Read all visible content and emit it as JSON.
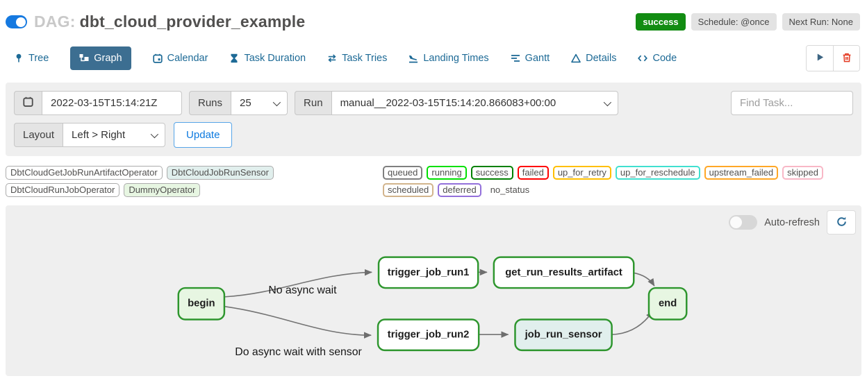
{
  "header": {
    "dag_prefix": "DAG:",
    "dag_title": "dbt_cloud_provider_example",
    "toggle_state": "on",
    "status_badge": "success",
    "status_badge_color": "#128c12",
    "schedule_label": "Schedule: @once",
    "next_run_label": "Next Run: None"
  },
  "tabs": [
    {
      "label": "Tree",
      "icon": "tree-icon",
      "active": false
    },
    {
      "label": "Graph",
      "icon": "graph-icon",
      "active": true
    },
    {
      "label": "Calendar",
      "icon": "calendar-icon",
      "active": false
    },
    {
      "label": "Task Duration",
      "icon": "hourglass-icon",
      "active": false
    },
    {
      "label": "Task Tries",
      "icon": "repeat-icon",
      "active": false
    },
    {
      "label": "Landing Times",
      "icon": "plane-landing-icon",
      "active": false
    },
    {
      "label": "Gantt",
      "icon": "gantt-icon",
      "active": false
    },
    {
      "label": "Details",
      "icon": "triangle-icon",
      "active": false
    },
    {
      "label": "Code",
      "icon": "code-icon",
      "active": false
    }
  ],
  "actions": {
    "play_icon": "play-icon",
    "delete_icon": "trash-icon"
  },
  "filters": {
    "base_date": "2022-03-15T15:14:21Z",
    "runs_label": "Runs",
    "runs_value": "25",
    "run_label": "Run",
    "run_value": "manual__2022-03-15T15:14:20.866083+00:00",
    "find_task_placeholder": "Find Task...",
    "layout_label": "Layout",
    "layout_value": "Left > Right",
    "update_label": "Update"
  },
  "legend": {
    "operators": [
      {
        "label": "DbtCloudGetJobRunArtifactOperator",
        "fill": "#ffffff"
      },
      {
        "label": "DbtCloudJobRunSensor",
        "fill": "#e1efed"
      },
      {
        "label": "DbtCloudRunJobOperator",
        "fill": "#ffffff"
      },
      {
        "label": "DummyOperator",
        "fill": "#e7f6e2"
      }
    ],
    "statuses": [
      {
        "label": "queued",
        "color": "#7f7f7f"
      },
      {
        "label": "running",
        "color": "#00e000"
      },
      {
        "label": "success",
        "color": "#008000"
      },
      {
        "label": "failed",
        "color": "#ff0000"
      },
      {
        "label": "up_for_retry",
        "color": "#ffbf00"
      },
      {
        "label": "up_for_reschedule",
        "color": "#40e0d0"
      },
      {
        "label": "upstream_failed",
        "color": "#ffa726"
      },
      {
        "label": "skipped",
        "color": "#f8b7c6"
      },
      {
        "label": "scheduled",
        "color": "#d2b48c"
      },
      {
        "label": "deferred",
        "color": "#9370db"
      },
      {
        "label": "no_status",
        "color": "transparent"
      }
    ]
  },
  "graph_panel": {
    "auto_refresh_label": "Auto-refresh",
    "auto_refresh_state": "off",
    "refresh_icon": "refresh-icon"
  },
  "graph": {
    "nodes": [
      {
        "id": "begin",
        "label": "begin",
        "fill": "#e7f6e2",
        "stroke": "#2e962e"
      },
      {
        "id": "trigger_job_run1",
        "label": "trigger_job_run1",
        "fill": "#ffffff",
        "stroke": "#2e962e"
      },
      {
        "id": "get_run_results_artifact",
        "label": "get_run_results_artifact",
        "fill": "#ffffff",
        "stroke": "#2e962e"
      },
      {
        "id": "trigger_job_run2",
        "label": "trigger_job_run2",
        "fill": "#ffffff",
        "stroke": "#2e962e"
      },
      {
        "id": "job_run_sensor",
        "label": "job_run_sensor",
        "fill": "#e1efed",
        "stroke": "#2e962e"
      },
      {
        "id": "end",
        "label": "end",
        "fill": "#e7f6e2",
        "stroke": "#2e962e"
      }
    ],
    "edges": [
      {
        "from": "begin",
        "to": "trigger_job_run1",
        "label": "No async wait"
      },
      {
        "from": "begin",
        "to": "trigger_job_run2",
        "label": "Do async wait with sensor"
      },
      {
        "from": "trigger_job_run1",
        "to": "get_run_results_artifact",
        "label": ""
      },
      {
        "from": "trigger_job_run2",
        "to": "job_run_sensor",
        "label": ""
      },
      {
        "from": "get_run_results_artifact",
        "to": "end",
        "label": ""
      },
      {
        "from": "job_run_sensor",
        "to": "end",
        "label": ""
      }
    ]
  }
}
